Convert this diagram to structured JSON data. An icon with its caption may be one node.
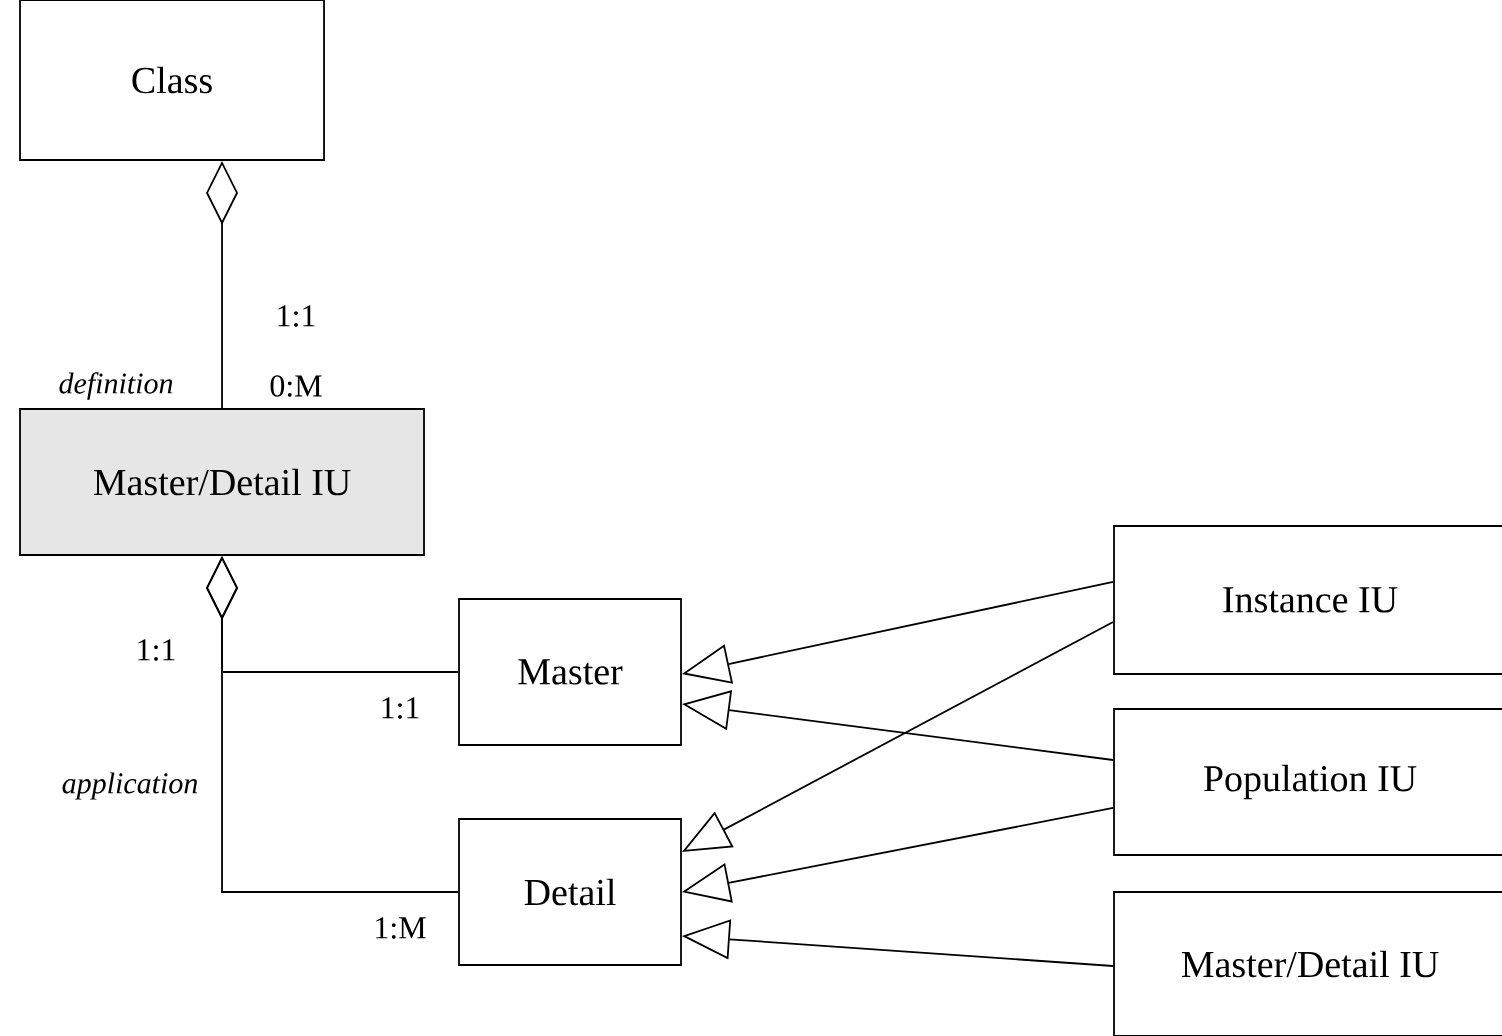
{
  "diagram": {
    "nodes": [
      {
        "text": [
          "Class"
        ]
      },
      {
        "text": [
          "Master/Detail IU"
        ]
      },
      {
        "text": [
          "Master"
        ]
      },
      {
        "text": [
          "Detail"
        ]
      },
      {
        "text": [
          "Instance IU"
        ]
      },
      {
        "text": [
          "Population IU"
        ]
      },
      {
        "text": [
          "Master/Detail IU"
        ]
      }
    ],
    "edges": [
      {
        "from": 0,
        "to": 1,
        "arrow": "other",
        "label": "definition"
      },
      {
        "from": 1,
        "to": 2,
        "arrow": "other"
      },
      {
        "from": 1,
        "to": 3,
        "arrow": "other",
        "label": "application"
      },
      {
        "from": 4,
        "to": 2,
        "arrow": "to"
      },
      {
        "from": 4,
        "to": 3,
        "arrow": "to"
      },
      {
        "from": 5,
        "to": 2,
        "arrow": "to"
      },
      {
        "from": 5,
        "to": 3,
        "arrow": "to"
      },
      {
        "from": 6,
        "to": 3,
        "arrow": "to"
      }
    ],
    "labels": [
      "1:1",
      "0:M",
      "1:1",
      "1:1",
      "1:M"
    ]
  }
}
